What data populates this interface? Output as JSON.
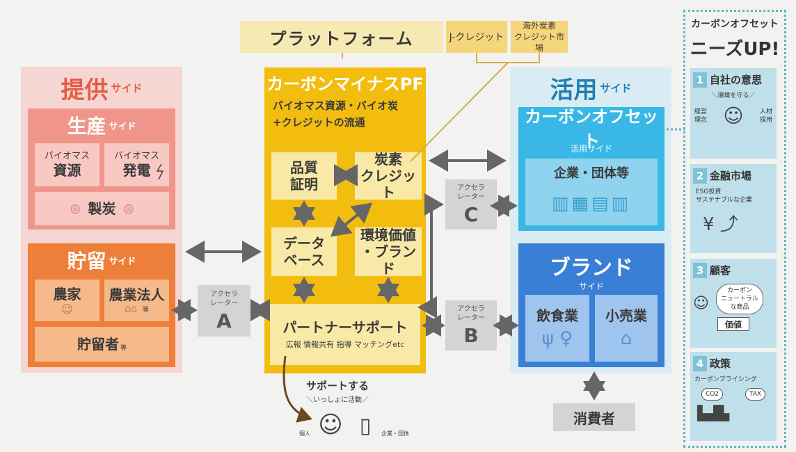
{
  "platform": {
    "banner": "プラットフォーム",
    "credit_j": "J-クレジット",
    "credit_overseas": "海外炭素\nクレジット市場",
    "title": "カーボンマイナスPF",
    "subtitle": "バイオマス資源・バイオ炭\n+クレジットの流通",
    "quality_cert": "品質\n証明",
    "carbon_credit": "炭素\nクレジット",
    "database": "データ\nベース",
    "env_value_brand": "環境価値\n・ブランド",
    "partner_support": "パートナーサポート",
    "partner_support_sub": "広報 情報共有 指導 マッチングetc"
  },
  "supply": {
    "title": "提供",
    "suffix": "サイド",
    "production": {
      "title": "生産",
      "suffix": "サイド",
      "biomass_resources_small": "バイオマス",
      "biomass_resources": "資源",
      "biomass_power_small": "バイオマス",
      "biomass_power": "発電",
      "charcoal": "製炭"
    },
    "storage": {
      "title": "貯留",
      "suffix": "サイド",
      "farmer": "農家",
      "agri_corp": "農業法人",
      "etc": "等",
      "storer": "貯留者",
      "storer_etc": "等"
    }
  },
  "accelerators": {
    "label": "アクセラ\nレーター",
    "a": "A",
    "b": "B",
    "c": "C"
  },
  "use": {
    "title": "活用",
    "suffix": "サイド",
    "offset": {
      "title": "カーボンオフセット",
      "sub": "活用サイド",
      "enterprises": "企業・団体等"
    },
    "brand": {
      "title": "ブランド",
      "sub": "サイド",
      "restaurant": "飲食業",
      "retail": "小売業"
    },
    "consumer": "消費者"
  },
  "support": {
    "title": "サポートする",
    "sub": "＼いっしょに活動／",
    "individual": "個人",
    "org": "企業・団体"
  },
  "needs": {
    "title1": "カーボンオフセット",
    "title2": "ニーズUP!",
    "items": [
      {
        "num": "1",
        "title": "自社の意思",
        "lines": [
          "＼環境を守る／",
          "経営\n理念",
          "人材\n採用"
        ]
      },
      {
        "num": "2",
        "title": "金融市場",
        "lines": [
          "ESG投資",
          "サステナブルな企業"
        ]
      },
      {
        "num": "3",
        "title": "顧客",
        "lines": [
          "カーボン\nニュートラル\nな商品",
          "価値"
        ]
      },
      {
        "num": "4",
        "title": "政策",
        "lines": [
          "カーボンプライシング",
          "CO2",
          "TAX"
        ]
      }
    ]
  },
  "colors": {
    "supply": "#e85a45",
    "platform": "#f2bd0f",
    "use": "#1e7fb4",
    "offset": "#39b7e6",
    "brand": "#3a7fd6",
    "arrow": "#666666"
  }
}
